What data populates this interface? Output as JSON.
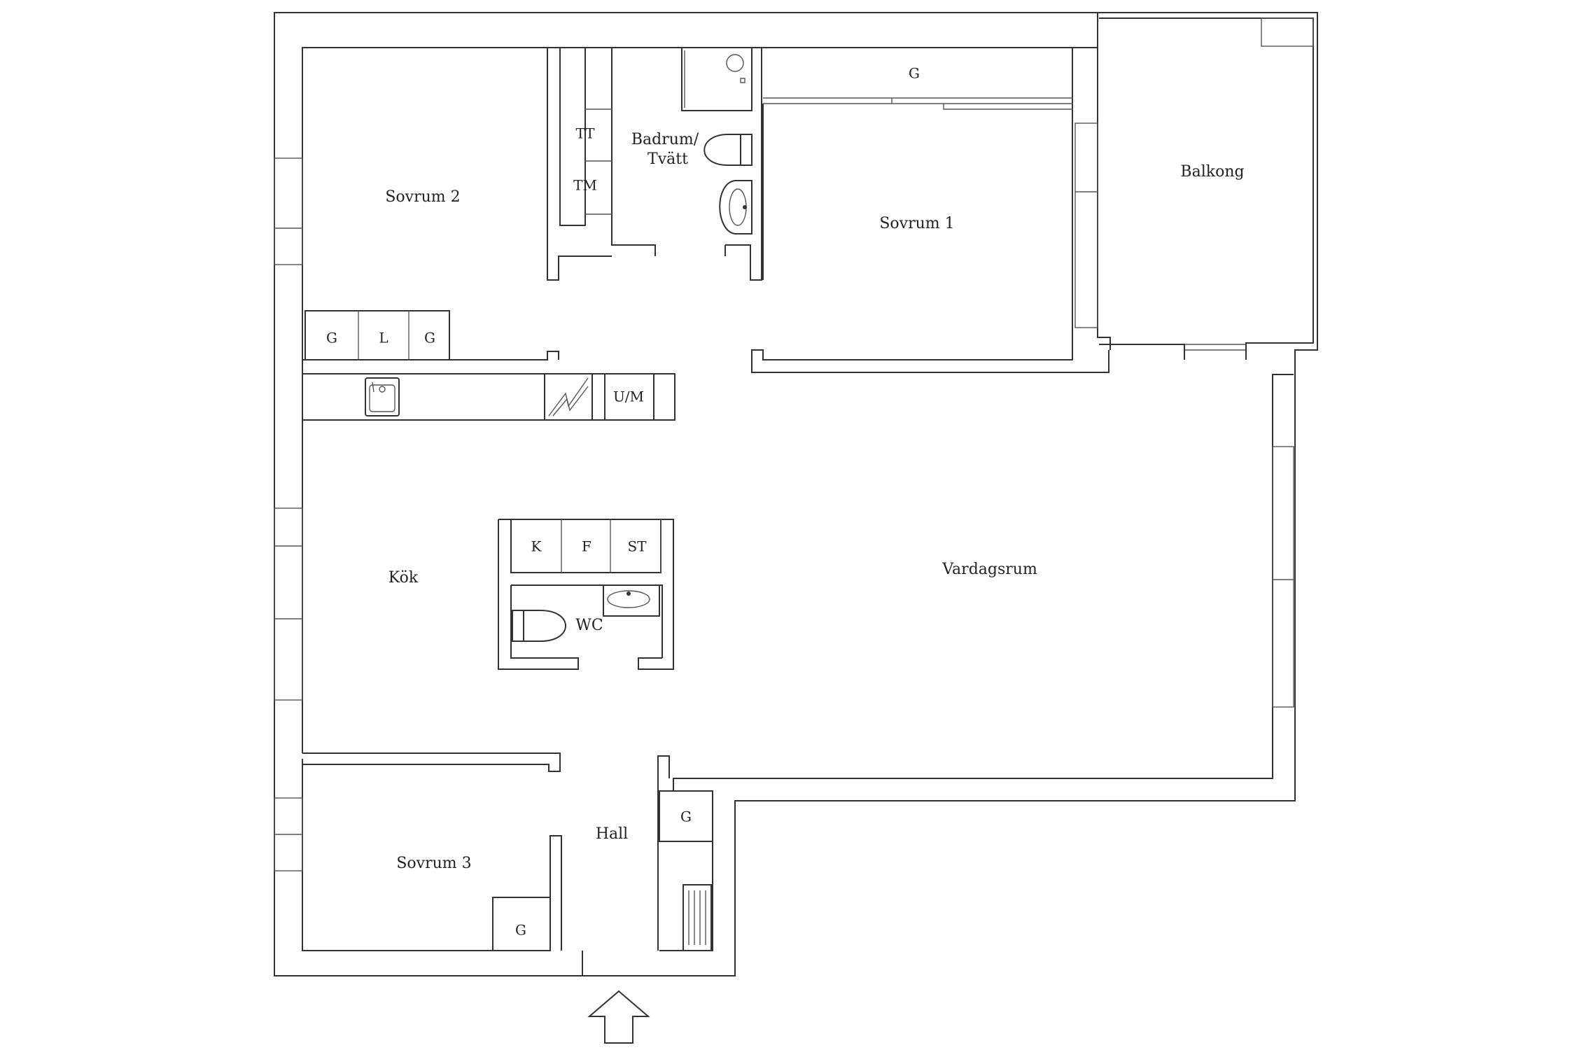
{
  "rooms": {
    "sovrum2": "Sovrum 2",
    "badrum_line1": "Badrum/",
    "badrum_line2": "Tvätt",
    "sovrum1": "Sovrum 1",
    "balkong": "Balkong",
    "kok": "Kök",
    "vardagsrum": "Vardagsrum",
    "wc": "WC",
    "hall": "Hall",
    "sovrum3": "Sovrum 3"
  },
  "fixtures": {
    "tt": "TT",
    "tm": "TM",
    "wardrobe_sovrum1": "G",
    "wardrobe_1": "G",
    "linen": "L",
    "wardrobe_2": "G",
    "fridge_freezer": "U/M",
    "closet_k": "K",
    "closet_f": "F",
    "closet_st": "ST",
    "wardrobe_hall": "G",
    "wardrobe_sovrum3": "G"
  },
  "icons": {
    "entrance": "entrance-arrow-icon",
    "sink": "kitchen-sink-icon",
    "stove": "stove-icon",
    "toilet": "toilet-icon",
    "basin": "wash-basin-icon",
    "shower": "shower-icon",
    "radiator": "radiator-icon"
  },
  "colors": {
    "wall": "#333333",
    "background": "#ffffff"
  }
}
